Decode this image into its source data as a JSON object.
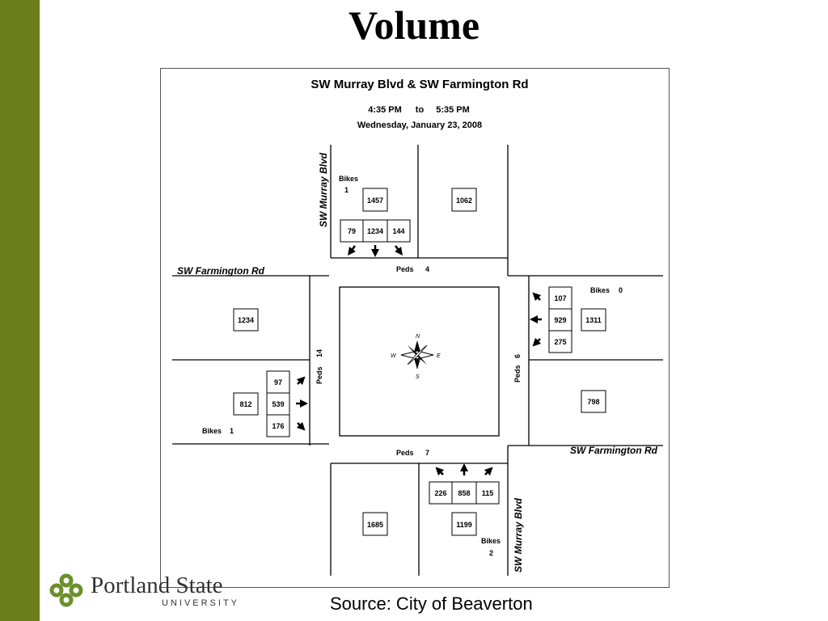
{
  "slide": {
    "title": "Volume",
    "source": "Source: City of Beaverton",
    "logo": {
      "name": "Portland State",
      "sub": "UNIVERSITY"
    },
    "colors": {
      "side_bar": "#6b7f1c",
      "logo_green": "#6b8f2a"
    }
  },
  "diagram": {
    "title": "SW Murray Blvd & SW Farmington Rd",
    "time_from": "4:35 PM",
    "time_to_word": "to",
    "time_to": "5:35 PM",
    "date": "Wednesday, January 23, 2008",
    "street_ns": "SW Murray Blvd",
    "street_ew": "SW Farmington Rd",
    "compass": {
      "n": "N",
      "s": "S",
      "e": "E",
      "w": "W"
    },
    "north": {
      "bikes_label": "Bikes",
      "bikes": "1",
      "approach_total": "1457",
      "depart_total": "1062",
      "right": "79",
      "through": "1234",
      "left": "144",
      "peds_label": "Peds",
      "peds": "4"
    },
    "east": {
      "bikes_label": "Bikes",
      "bikes": "0",
      "left": "107",
      "through": "929",
      "right": "275",
      "approach_total": "1311",
      "depart_total": "798",
      "peds_label": "Peds",
      "peds": "6"
    },
    "south": {
      "bikes_label": "Bikes",
      "bikes": "2",
      "left": "226",
      "through": "858",
      "right": "115",
      "approach_total": "1199",
      "depart_total": "1685",
      "peds_label": "Peds",
      "peds": "7"
    },
    "west": {
      "bikes_label": "Bikes",
      "bikes": "1",
      "left": "97",
      "through": "539",
      "right": "176",
      "approach_total": "812",
      "depart_total": "1234",
      "peds_label": "Peds",
      "peds": "14"
    }
  }
}
